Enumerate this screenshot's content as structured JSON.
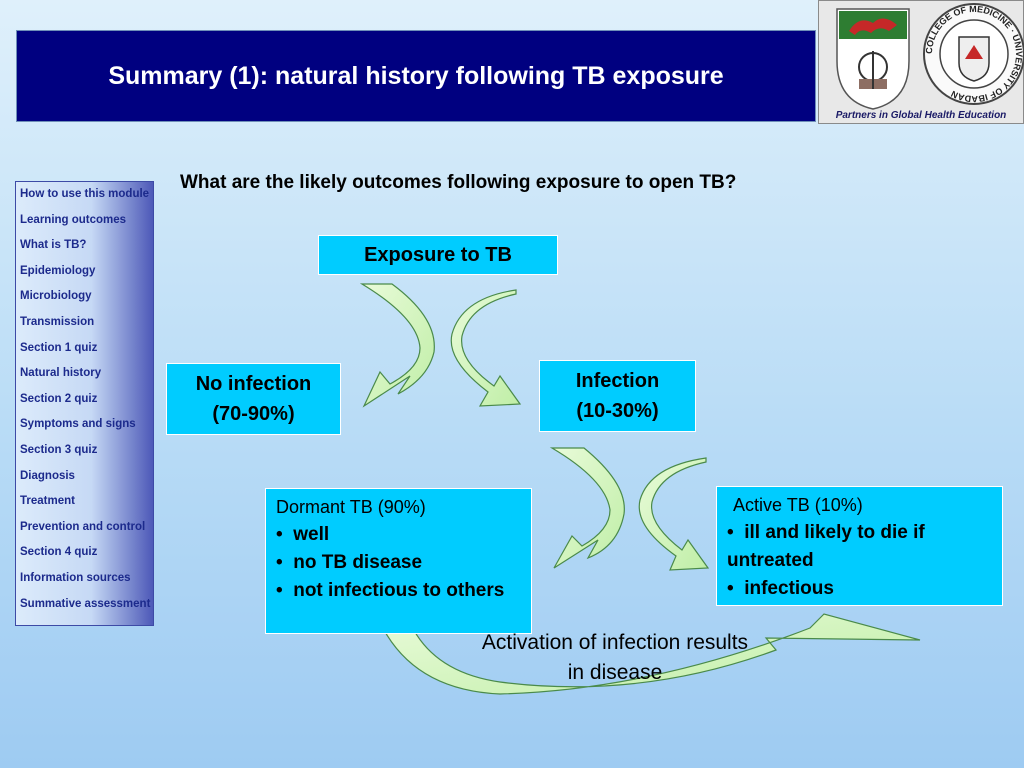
{
  "header": {
    "title": "Summary (1): natural history following TB exposure",
    "logo_caption": "Partners in Global Health Education",
    "logo_ring_text": "COLLEGE OF MEDICINE · UNIVERSITY OF IBADAN"
  },
  "nav": {
    "items": [
      "How to use this module",
      "Learning outcomes",
      "What is TB?",
      "Epidemiology",
      "Microbiology",
      "Transmission",
      "Section 1 quiz",
      "Natural history",
      "Section 2 quiz",
      "Symptoms and signs",
      "Section 3 quiz",
      "Diagnosis",
      "Treatment",
      "Prevention and control",
      "Section 4 quiz",
      "Information sources",
      "Summative assessment"
    ]
  },
  "main": {
    "question": "What are the likely outcomes following exposure to open TB?",
    "exposure": "Exposure to TB",
    "no_infection": {
      "line1": "No infection",
      "line2": "(70-90%)"
    },
    "infection": {
      "line1": "Infection",
      "line2": "(10-30%)"
    },
    "dormant": {
      "head": "Dormant TB (90%)",
      "bullets": [
        "well",
        "no TB disease",
        "not infectious to others"
      ]
    },
    "active": {
      "head": "Active TB (10%)",
      "bullets": [
        "ill and likely to die if untreated",
        "infectious"
      ]
    },
    "activation_caption": "Activation of infection results in disease"
  },
  "colors": {
    "title_bg": "#000080",
    "box_fill": "#00ccff",
    "arrow_fill": "#80c080",
    "arrow_fill_light": "#ccf5b8"
  }
}
